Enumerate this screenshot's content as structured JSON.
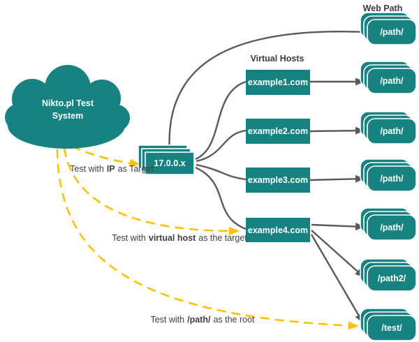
{
  "diagram": {
    "section_labels": {
      "web_path": "Web Path",
      "virtual_hosts": "Virtual Hosts"
    },
    "cloud": {
      "line1": "Nikto.pl Test",
      "line2": "System"
    },
    "ip_node": {
      "label": "17.0.0.x"
    },
    "virtual_hosts": [
      {
        "label": "example1.com"
      },
      {
        "label": "example2.com"
      },
      {
        "label": "example3.com"
      },
      {
        "label": "example4.com"
      }
    ],
    "web_paths": [
      {
        "label": "/path/"
      },
      {
        "label": "/path/"
      },
      {
        "label": "/path/"
      },
      {
        "label": "/path/"
      },
      {
        "label": "/path/"
      },
      {
        "label": "/path2/"
      },
      {
        "label": "/test/"
      }
    ],
    "annotations": [
      {
        "prefix": "Test with",
        "bold": "IP",
        "suffix": "as Target"
      },
      {
        "prefix": "Test with",
        "bold": "virtual host",
        "suffix": "as the target"
      },
      {
        "prefix": "Test with",
        "bold": "/path/",
        "suffix": "as the root"
      }
    ],
    "colors": {
      "node_teal": "#17827F",
      "connector_gray": "#58595B",
      "test_arrow_yellow": "#FFC000",
      "annotation_text": "#404040"
    }
  }
}
